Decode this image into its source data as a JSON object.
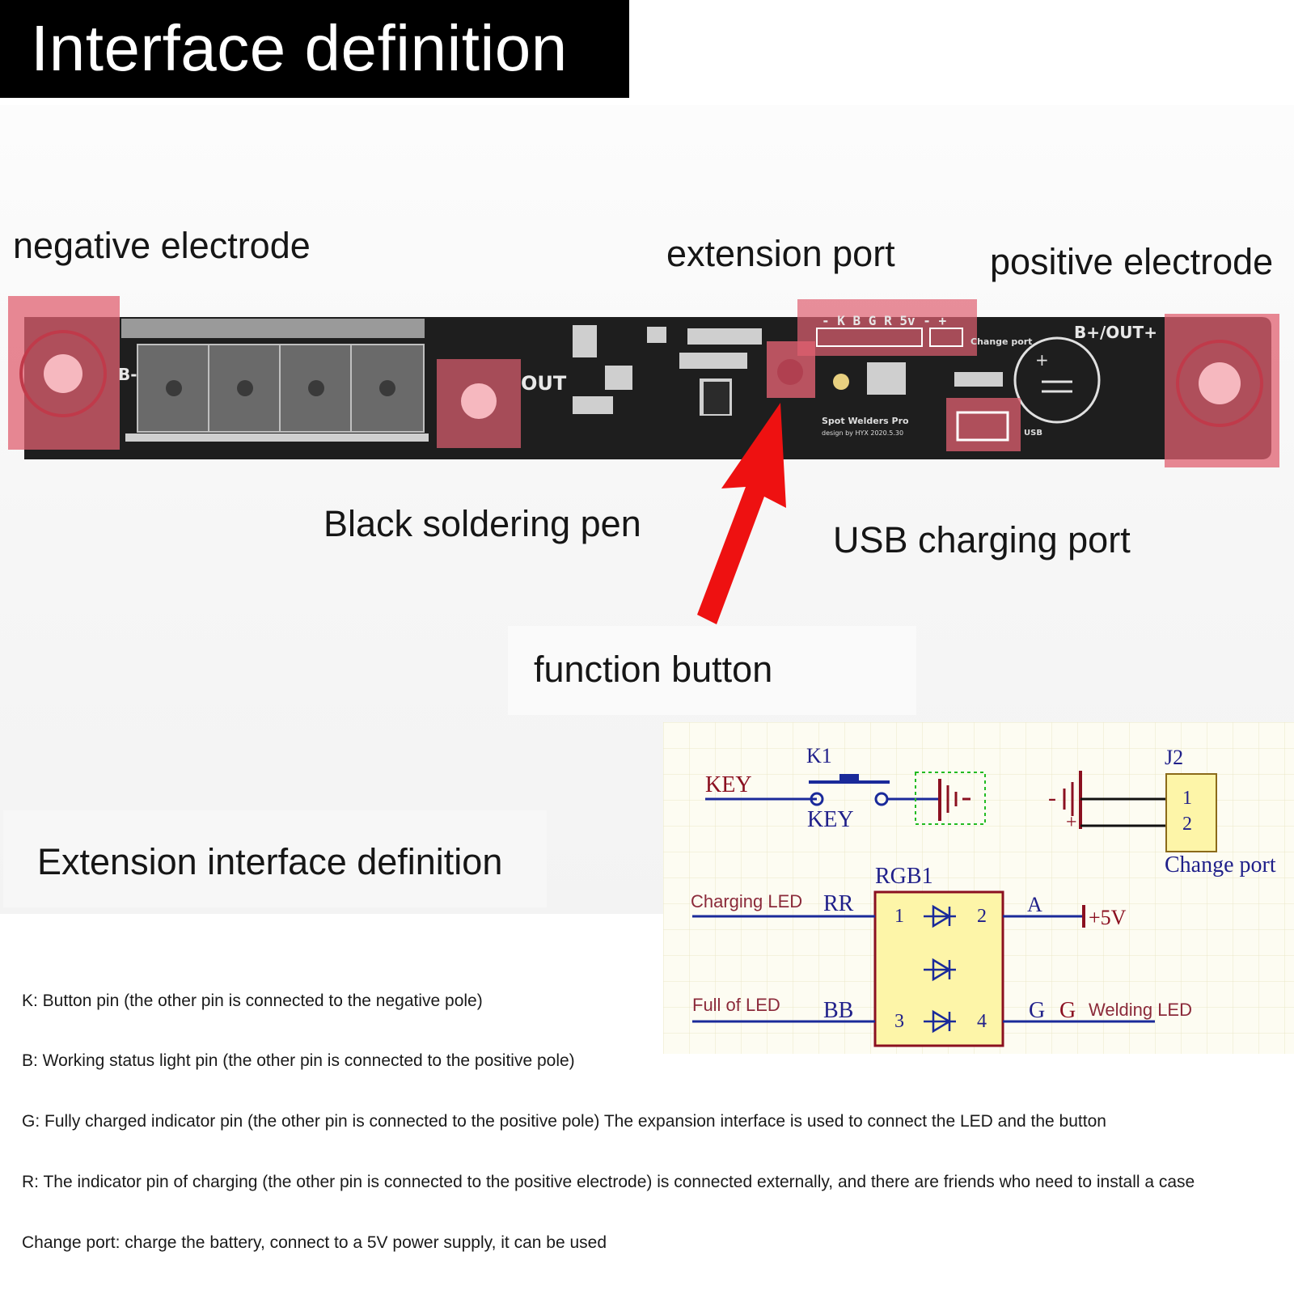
{
  "title": "Interface definition",
  "labels": {
    "negative_electrode": "negative electrode",
    "extension_port": "extension port",
    "positive_electrode": "positive electrode",
    "black_soldering_pen": "Black soldering pen",
    "usb_charging_port": "USB charging port",
    "function_button": "function button",
    "extension_interface_definition": "Extension interface definition"
  },
  "board": {
    "b_minus": "B-",
    "out": "OUT",
    "pin_labels": "- K B G R 5v  - +",
    "change_port": "Change port",
    "b_plus_out_plus": "B+/OUT+",
    "brand": "Spot Welders Pro",
    "design": "design by HYX 2020.5.30",
    "usb": "USB"
  },
  "schematic": {
    "k1": "K1",
    "key_left": "KEY",
    "key_under": "KEY",
    "j2": "J2",
    "j2_pin1": "1",
    "j2_pin2": "2",
    "change_port": "Change port",
    "rgb1": "RGB1",
    "charging_led": "Charging LED",
    "rr": "RR",
    "pin1": "1",
    "pin2": "2",
    "pin3": "3",
    "pin4": "4",
    "a": "A",
    "plus5v": "+5V",
    "full_led": "Full of LED",
    "bb": "BB",
    "g1": "G",
    "g2": "G",
    "welding_led": "Welding LED",
    "minus": "-",
    "plus": "+"
  },
  "notes": [
    "K: Button pin (the other pin is connected to the negative pole)",
    "B: Working status light pin (the other pin is connected to the positive pole)",
    "G: Fully charged indicator pin (the other pin is connected to the positive pole) The expansion interface is used to connect the LED and the button",
    "R: The indicator pin of charging (the other pin is connected to the positive electrode) is connected externally, and there are friends who need to install a case",
    "Change port: charge the battery, connect to a 5V power supply, it can be used"
  ],
  "colors": {
    "highlight": "#e06070",
    "arrow": "#ee1111",
    "pcb": "#1e1e1e",
    "wire_blue": "#1a2a9a",
    "wire_red": "#8b1020",
    "component_fill": "#fdf5a8"
  }
}
